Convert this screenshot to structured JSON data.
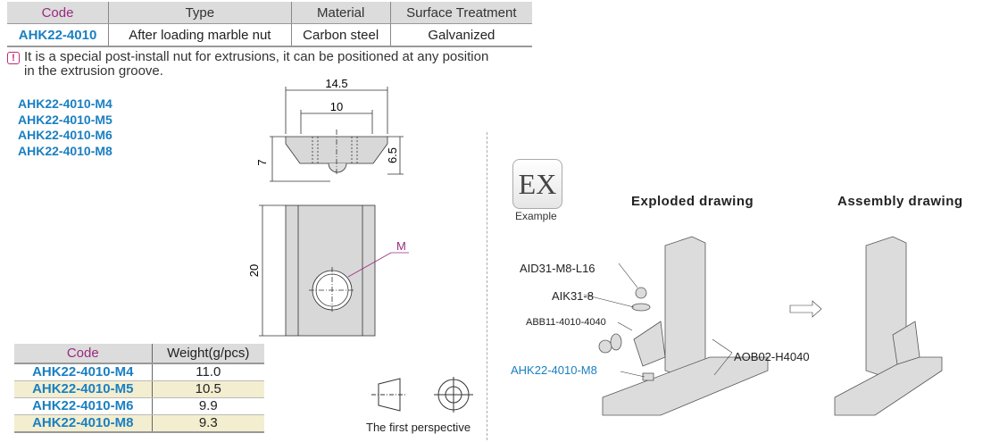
{
  "spec_table": {
    "headers": [
      "Code",
      "Type",
      "Material",
      "Surface Treatment"
    ],
    "row": [
      "AHK22-4010",
      "After loading marble nut",
      "Carbon steel",
      "Galvanized"
    ]
  },
  "note": {
    "icon": "warning-icon",
    "line1": "It is a special post-install nut for extrusions, it can be positioned at any position",
    "line2": "in the extrusion groove."
  },
  "codes": [
    "AHK22-4010-M4",
    "AHK22-4010-M5",
    "AHK22-4010-M6",
    "AHK22-4010-M8"
  ],
  "drawing": {
    "dim_width": "14.5",
    "dim_inner": "10",
    "dim_height": "7",
    "dim_groove": "6.5",
    "dim_length": "20",
    "thread_label": "M"
  },
  "weight_table": {
    "headers": [
      "Code",
      "Weight(g/pcs)"
    ],
    "rows": [
      [
        "AHK22-4010-M4",
        "11.0"
      ],
      [
        "AHK22-4010-M5",
        "10.5"
      ],
      [
        "AHK22-4010-M6",
        "9.9"
      ],
      [
        "AHK22-4010-M8",
        "9.3"
      ]
    ]
  },
  "projection_label": "The first perspective",
  "example": {
    "badge": "EX",
    "badge_caption": "Example",
    "exploded_title": "Exploded drawing",
    "assembly_title": "Assembly drawing",
    "parts": [
      "AID31-M8-L16",
      "AIK31-8",
      "ABB11-4010-4040",
      "AHK22-4010-M8",
      "AOB02-H4040"
    ]
  },
  "colors": {
    "code_blue": "#1a7fc1",
    "header_magenta": "#9a2a7f",
    "row_alt": "#f3eecf"
  }
}
